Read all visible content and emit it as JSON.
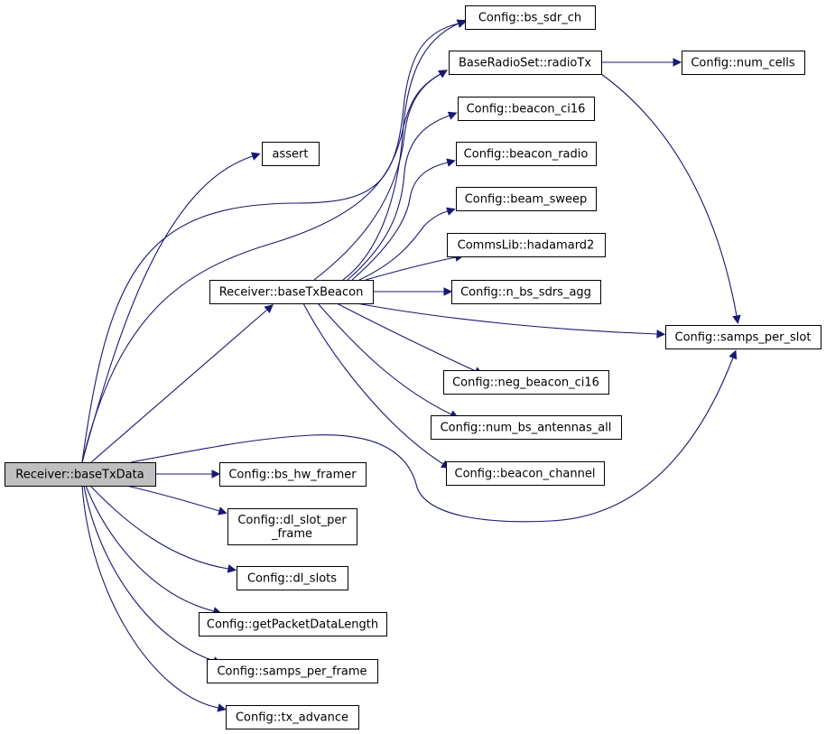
{
  "nodes": [
    {
      "id": "baseTxData",
      "label": "Receiver::baseTxData",
      "highlight": true
    },
    {
      "id": "assert",
      "label": "assert"
    },
    {
      "id": "baseTxBeacon",
      "label": "Receiver::baseTxBeacon"
    },
    {
      "id": "bs_sdr_ch",
      "label": "Config::bs_sdr_ch"
    },
    {
      "id": "radioTx",
      "label": "BaseRadioSet::radioTx"
    },
    {
      "id": "num_cells",
      "label": "Config::num_cells"
    },
    {
      "id": "beacon_ci16",
      "label": "Config::beacon_ci16"
    },
    {
      "id": "beacon_radio",
      "label": "Config::beacon_radio"
    },
    {
      "id": "beam_sweep",
      "label": "Config::beam_sweep"
    },
    {
      "id": "hadamard2",
      "label": "CommsLib::hadamard2"
    },
    {
      "id": "n_bs_sdrs_agg",
      "label": "Config::n_bs_sdrs_agg"
    },
    {
      "id": "samps_per_slot",
      "label": "Config::samps_per_slot"
    },
    {
      "id": "neg_beacon_ci16",
      "label": "Config::neg_beacon_ci16"
    },
    {
      "id": "num_bs_antennas_all",
      "label": "Config::num_bs_antennas_all"
    },
    {
      "id": "beacon_channel",
      "label": "Config::beacon_channel"
    },
    {
      "id": "bs_hw_framer",
      "label": "Config::bs_hw_framer"
    },
    {
      "id": "dl_slot_per_frame",
      "label": [
        "Config::dl_slot_per",
        "_frame"
      ]
    },
    {
      "id": "dl_slots",
      "label": "Config::dl_slots"
    },
    {
      "id": "getPacketDataLength",
      "label": "Config::getPacketDataLength"
    },
    {
      "id": "samps_per_frame",
      "label": "Config::samps_per_frame"
    },
    {
      "id": "tx_advance",
      "label": "Config::tx_advance"
    }
  ],
  "edges": [
    {
      "from": "baseTxData",
      "to": "assert"
    },
    {
      "from": "baseTxData",
      "to": "bs_sdr_ch"
    },
    {
      "from": "baseTxData",
      "to": "radioTx"
    },
    {
      "from": "baseTxData",
      "to": "baseTxBeacon"
    },
    {
      "from": "baseTxData",
      "to": "samps_per_slot"
    },
    {
      "from": "baseTxData",
      "to": "bs_hw_framer"
    },
    {
      "from": "baseTxData",
      "to": "dl_slot_per_frame"
    },
    {
      "from": "baseTxData",
      "to": "dl_slots"
    },
    {
      "from": "baseTxData",
      "to": "getPacketDataLength"
    },
    {
      "from": "baseTxData",
      "to": "samps_per_frame"
    },
    {
      "from": "baseTxData",
      "to": "tx_advance"
    },
    {
      "from": "baseTxBeacon",
      "to": "bs_sdr_ch"
    },
    {
      "from": "baseTxBeacon",
      "to": "radioTx"
    },
    {
      "from": "baseTxBeacon",
      "to": "beacon_ci16"
    },
    {
      "from": "baseTxBeacon",
      "to": "beacon_radio"
    },
    {
      "from": "baseTxBeacon",
      "to": "beam_sweep"
    },
    {
      "from": "baseTxBeacon",
      "to": "hadamard2"
    },
    {
      "from": "baseTxBeacon",
      "to": "n_bs_sdrs_agg"
    },
    {
      "from": "baseTxBeacon",
      "to": "samps_per_slot"
    },
    {
      "from": "baseTxBeacon",
      "to": "neg_beacon_ci16"
    },
    {
      "from": "baseTxBeacon",
      "to": "num_bs_antennas_all"
    },
    {
      "from": "baseTxBeacon",
      "to": "beacon_channel"
    },
    {
      "from": "radioTx",
      "to": "num_cells"
    },
    {
      "from": "radioTx",
      "to": "samps_per_slot"
    }
  ]
}
